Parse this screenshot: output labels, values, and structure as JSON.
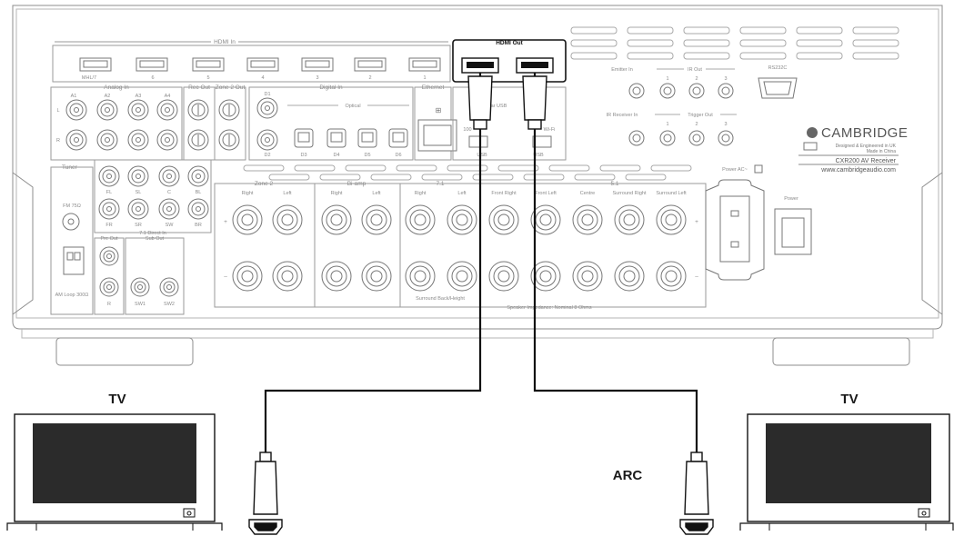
{
  "receiver": {
    "hdmi_in": {
      "title": "HDMI In",
      "ports": [
        "MHL/7",
        "6",
        "5",
        "4",
        "3",
        "2",
        "1"
      ]
    },
    "hdmi_out": {
      "title": "HDMI Out"
    },
    "analog_in": {
      "title": "Analog In",
      "cols": [
        "A1",
        "A2",
        "A3",
        "A4"
      ],
      "rows": [
        "L",
        "R"
      ]
    },
    "rec_out": "Rec Out",
    "zone2_out": "Zone 2 Out",
    "digital_in": {
      "title": "Digital In",
      "optical": "Optical",
      "labels": [
        "D1",
        "D2",
        "D3",
        "D4",
        "D5",
        "D6"
      ]
    },
    "ethernet": {
      "title": "Ethernet",
      "speed": "100"
    },
    "usb": {
      "rear": "Rear USB",
      "labels": [
        "USB",
        "USB"
      ],
      "wifi": "Wi-Fi"
    },
    "emitter": "Emitter In",
    "ir_out": {
      "title": "IR Out",
      "nums": [
        "1",
        "2",
        "3"
      ]
    },
    "ir_receiver": "IR Receiver In",
    "trigger_out": {
      "title": "Trigger Out",
      "nums": [
        "1",
        "2",
        "3"
      ]
    },
    "rs232": "RS232C",
    "brand": {
      "name": "CAMBRIDGE",
      "line1": "Designed & Engineered in UK",
      "line2": "Made in China",
      "model": "CXR200 AV Receiver",
      "url": "www.cambridgeaudio.com"
    },
    "tuner": {
      "title": "Tuner",
      "fm": "FM 75Ω",
      "am": "AM Loop 300Ω"
    },
    "direct_in": {
      "title": "7.1 Direct In",
      "labels": [
        "FL",
        "SL",
        "C",
        "BL",
        "FR",
        "SR",
        "SW",
        "BR"
      ]
    },
    "pre_out": "Pre Out",
    "sub_out": {
      "title": "Sub Out",
      "labels": [
        "SW1",
        "SW2"
      ]
    },
    "pre_out_labels": [
      "L",
      "R"
    ],
    "speakers": {
      "zone2": "Zone 2",
      "biamp": "Bi-amp",
      "seven1": "7.1",
      "five1": "5.1",
      "cols": [
        "Right",
        "Left",
        "Right",
        "Left",
        "Right",
        "Left",
        "Front Right",
        "Front Left",
        "Centre",
        "Surround Right",
        "Surround Left"
      ],
      "plus": "+",
      "minus": "–",
      "surround_back": "Surround Back/Height",
      "impedance": "Speaker Impedance: Nominal 8 Ohms"
    },
    "power_ac": "Power AC~",
    "power": "Power"
  },
  "tv_left": {
    "label": "TV"
  },
  "tv_right": {
    "label": "TV"
  },
  "arc_label": "ARC",
  "colors": {
    "line": "#8e8e8e",
    "panel": "#ffffff",
    "cable": "#111111",
    "screen": "#2b2b2b"
  }
}
